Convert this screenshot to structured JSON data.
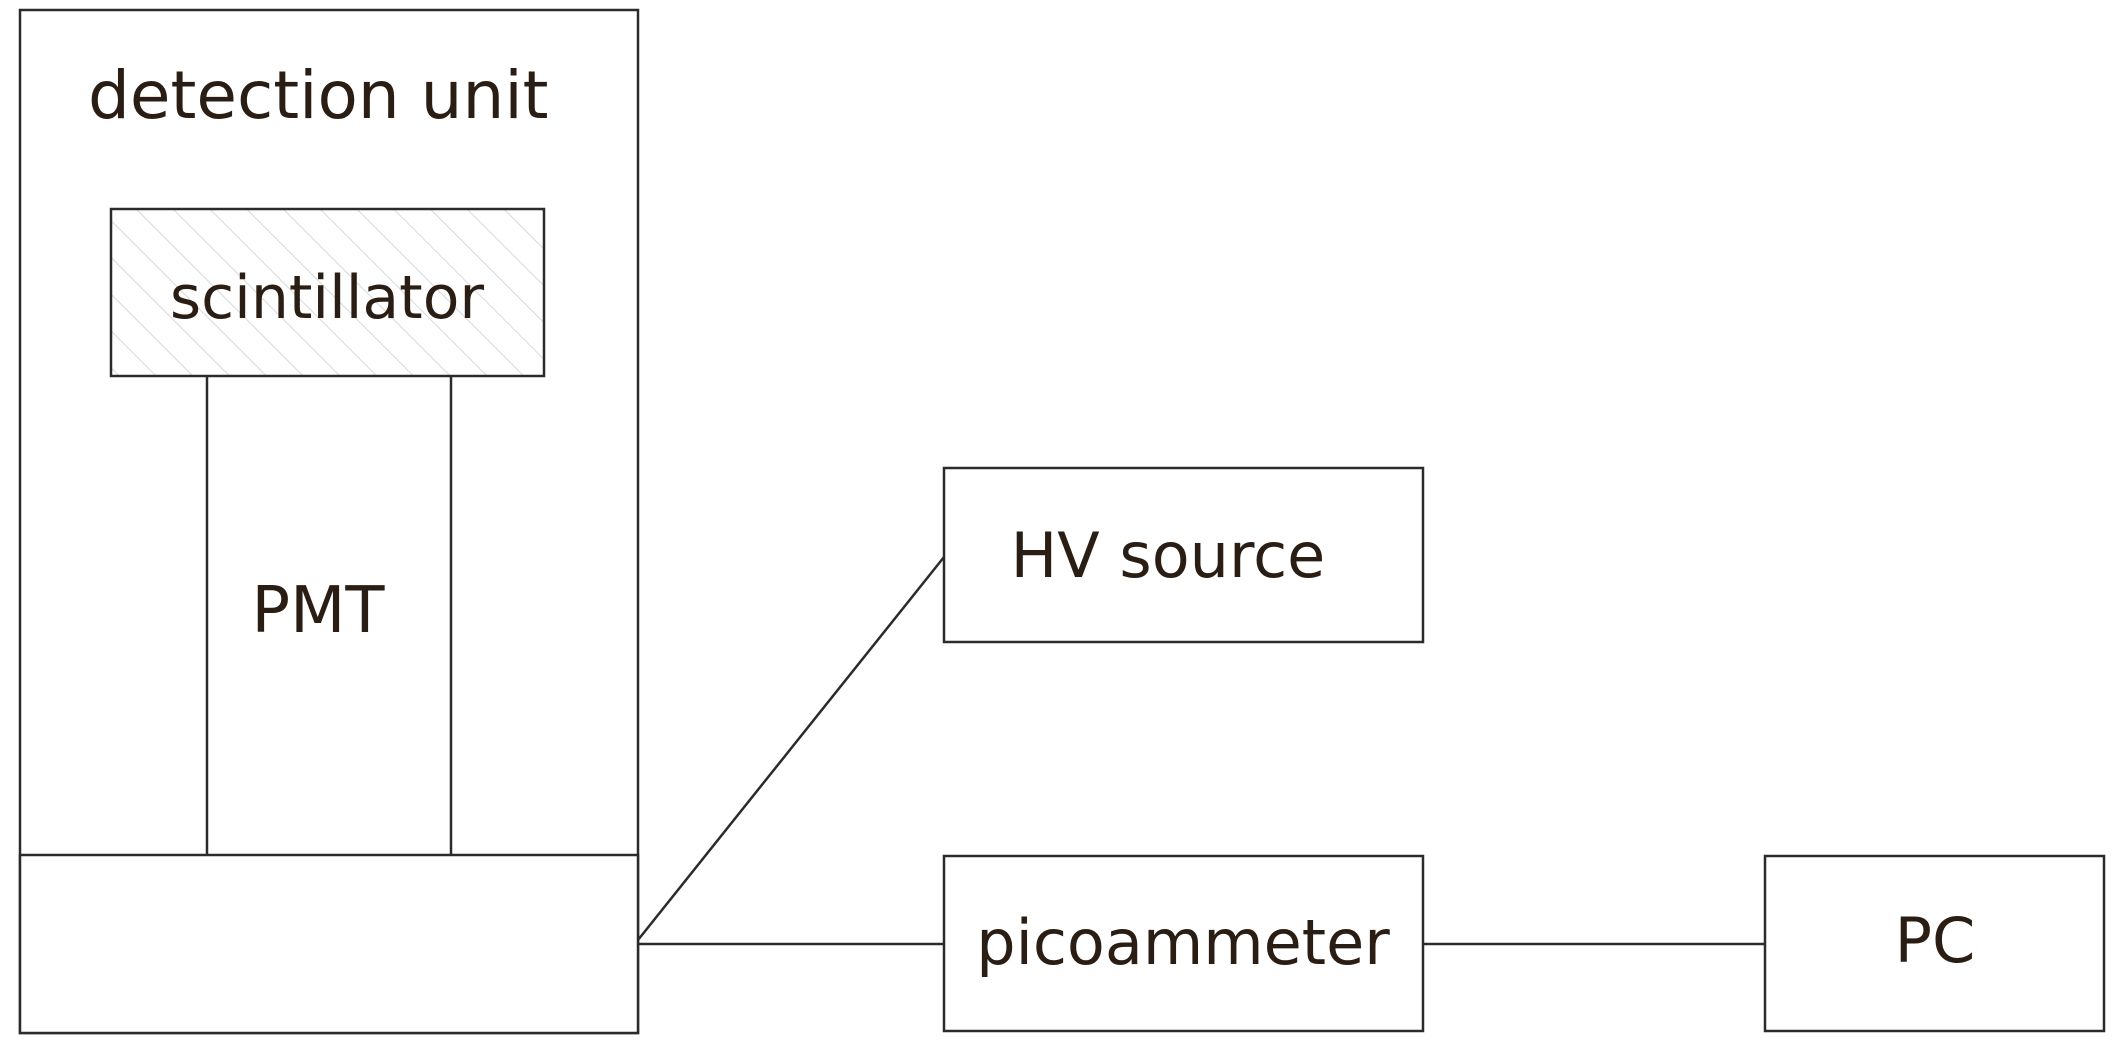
{
  "diagram": {
    "detection_unit_label": "detection unit",
    "scintillator_label": "scintillator",
    "pmt_label": "PMT",
    "hv_source_label": "HV source",
    "picoammeter_label": "picoammeter",
    "pc_label": "PC"
  },
  "colors": {
    "text": "#2a1d14",
    "stroke": "#2b2b2b",
    "hatch": "#d9d9d9"
  }
}
